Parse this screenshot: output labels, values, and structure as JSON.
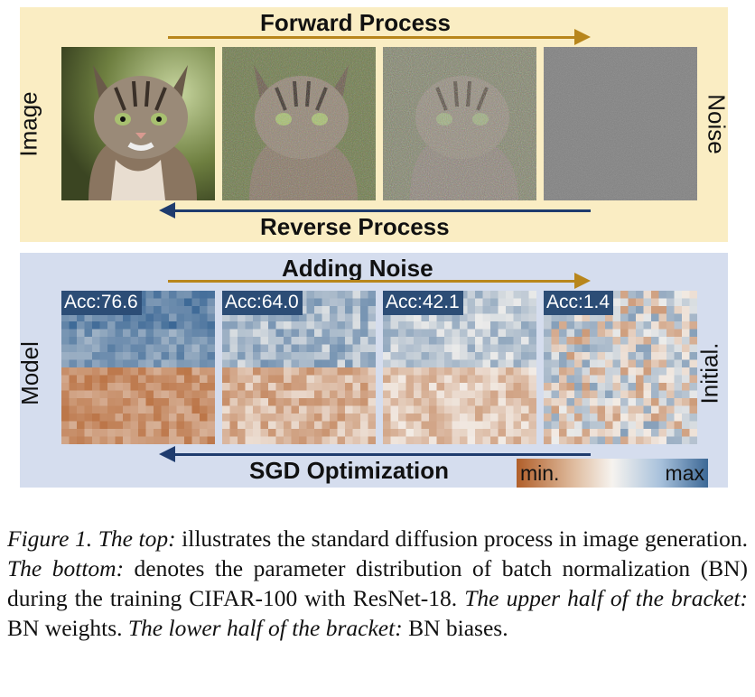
{
  "top": {
    "title": "Forward Process",
    "bottom_title": "Reverse Process",
    "left_label": "Image",
    "right_label": "Noise",
    "panels": [
      "clean",
      "noisy-1",
      "noisy-2",
      "pure-noise"
    ]
  },
  "bottom": {
    "title": "Adding Noise",
    "bottom_title": "SGD Optimization",
    "left_label": "Model",
    "right_label": "Initial.",
    "accuracies": [
      "Acc:76.6",
      "Acc:64.0",
      "Acc:42.1",
      "Acc:1.4"
    ],
    "legend": {
      "min": "min.",
      "max": "max"
    }
  },
  "caption": {
    "fig": "Figure 1.",
    "top_label": "The top:",
    "top_text": " illustrates the standard diffusion process in image generation. ",
    "bottom_label": "The bottom:",
    "bottom_text": " denotes the parameter distribution of batch normalization (BN) during the training CIFAR-100 with ResNet-18. ",
    "upper_label": "The upper half of the bracket:",
    "upper_text": " BN weights. ",
    "lower_label": "The lower half of the bracket:",
    "lower_text": " BN biases."
  },
  "colors": {
    "top_bg": "#faedc3",
    "bottom_bg": "#d5ddee",
    "forward_arrow": "#b8861c",
    "reverse_arrow": "#1f3c6e",
    "min_color": "#b15f2a",
    "max_color": "#3c6896"
  }
}
